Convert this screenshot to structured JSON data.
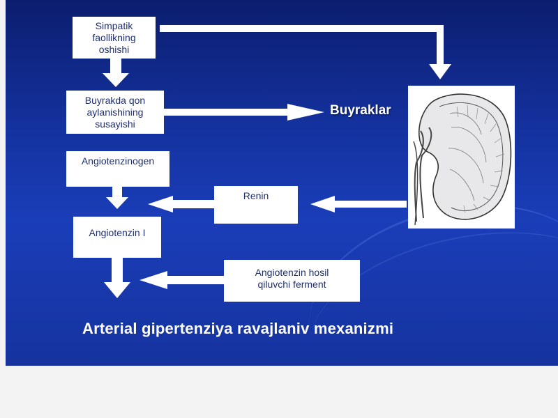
{
  "nodes": {
    "sympathetic": "Simpatik\nfaollikning\noshishi",
    "blood_flow": "Buyrakda qon\naylanishining\nsusayishi",
    "kidneys": "Buyraklar",
    "angiotensinogen": "Angiotenzinogen",
    "renin": "Renin",
    "angiotensin_1": "Angiotenzin I",
    "ace": "Angiotenzin hosil\nqiluvchi ferment"
  },
  "title": "Arterial gipertenziya ravajlaniv mexanizmi",
  "colors": {
    "background_top": "#0b1d6e",
    "background_bottom": "#1a3db8",
    "box_fill": "#ffffff",
    "box_text": "#1f2f6f",
    "arrow": "#ffffff"
  },
  "icons": {
    "kidney": "kidney-illustration"
  }
}
